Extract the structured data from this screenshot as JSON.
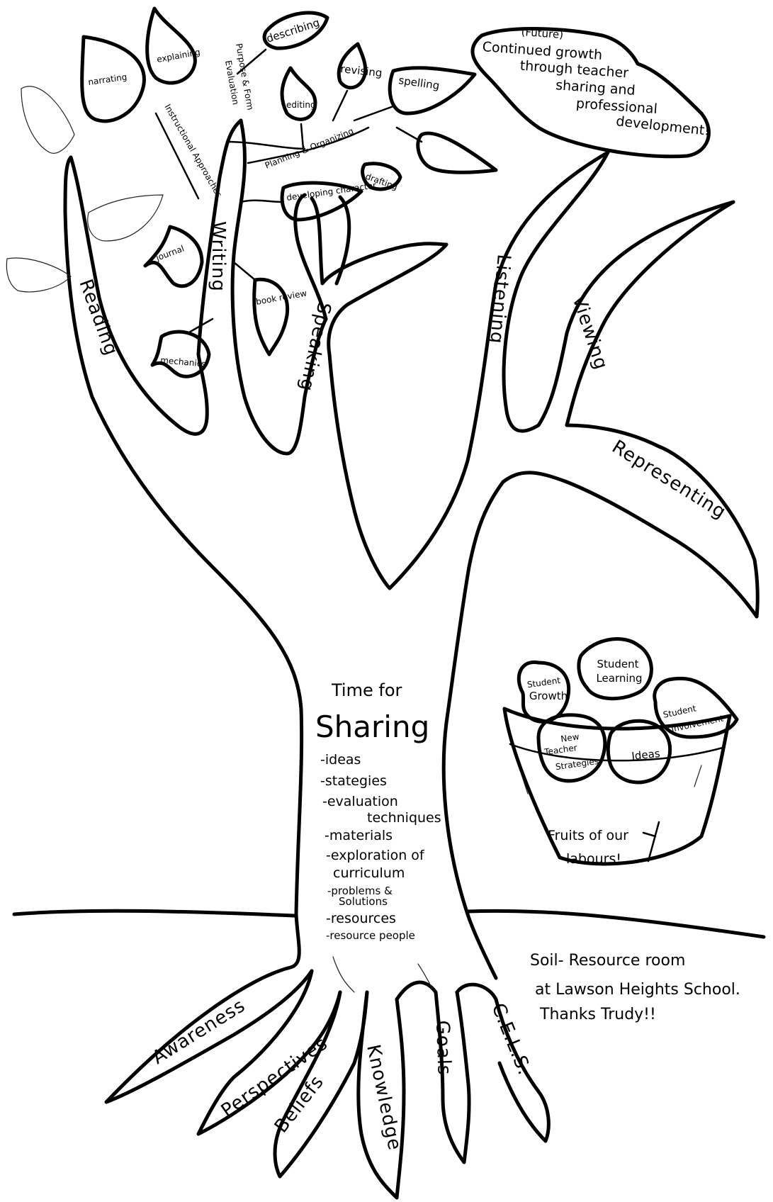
{
  "branches": {
    "reading": "Reading",
    "writing": "Writing",
    "speaking": "Speaking",
    "listening": "Listening",
    "viewing": "Viewing",
    "representing": "Representing"
  },
  "leaves": {
    "narrating": "narrating",
    "explaining": "explaining",
    "describing": "describing",
    "purpose_form": "Purpose & Form",
    "evaluation": "Evaluation",
    "instructional_approaches": "Instructional Approaches",
    "editing": "editing",
    "revising": "revising",
    "spelling": "spelling",
    "planning_organizing": "Planning & Organizing",
    "drafting": "drafting",
    "developing_character": "developing character",
    "journal": "journal",
    "book_review": "book review",
    "mechanics": "mechanics"
  },
  "cloud": {
    "line1": "(Future)",
    "line2": "Continued growth",
    "line3": "through teacher",
    "line4": "sharing and",
    "line5": "professional",
    "line6": "development!"
  },
  "trunk": {
    "heading_small": "Time for",
    "heading_big": "Sharing",
    "items": [
      "-ideas",
      "-stategies",
      "-evaluation",
      "techniques",
      "-materials",
      "-exploration of",
      "curriculum",
      "-problems &",
      "Solutions",
      "-resources",
      "-resource people"
    ]
  },
  "basket": {
    "fruits": {
      "student_growth_1": "Student",
      "student_growth_2": "Growth",
      "student_learning_1": "Student",
      "student_learning_2": "Learning",
      "student_involvement_1": "Student",
      "student_involvement_2": "Involvement",
      "new_teacher_strategies_1": "New",
      "new_teacher_strategies_2": "Teacher",
      "new_teacher_strategies_3": "Strategies",
      "ideas": "Ideas"
    },
    "label_line1": "Fruits of our",
    "label_line2": "labours!"
  },
  "soil": {
    "line1": "Soil- Resource room",
    "line2": "at Lawson Heights School.",
    "line3": "Thanks Trudy!!"
  },
  "roots": {
    "awareness": "Awareness",
    "perspectives": "Perspectives",
    "beliefs": "Beliefs",
    "knowledge": "Knowledge",
    "goals": "Goals",
    "cels": "C.E.L.S."
  }
}
